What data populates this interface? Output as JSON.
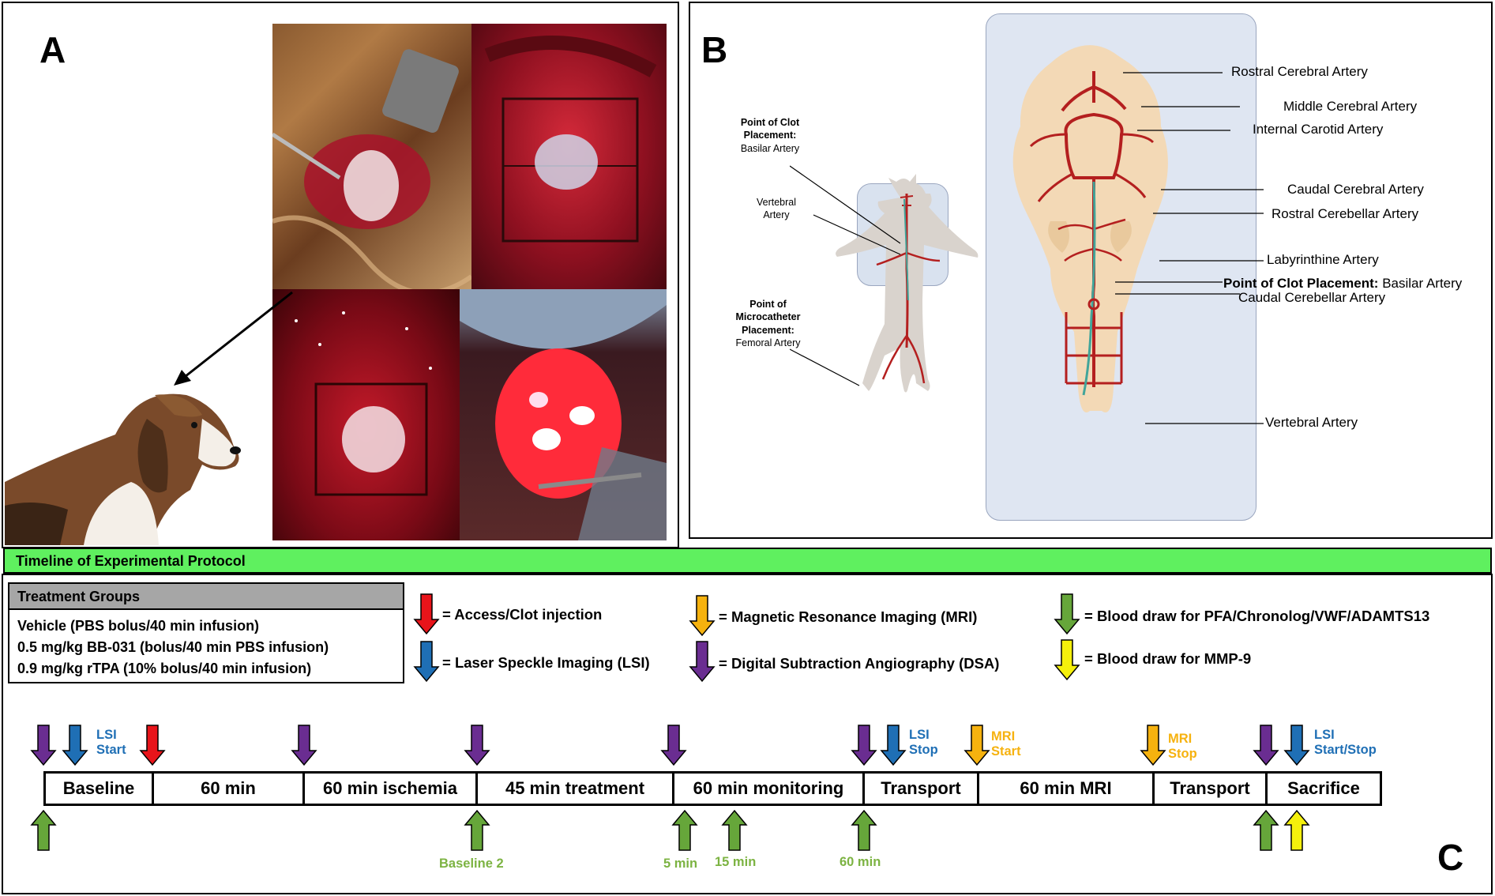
{
  "panels": {
    "a": "A",
    "b": "B",
    "c": "C"
  },
  "anatomy": {
    "right_labels": [
      "Rostral Cerebral Artery",
      "Middle Cerebral Artery",
      "Internal Carotid Artery",
      "Caudal Cerebral Artery",
      "Rostral Cerebellar Artery",
      "Labyrinthine Artery",
      "Point of Clot Placement:",
      "Basilar Artery",
      "Caudal Cerebellar Artery",
      "Vertebral Artery"
    ],
    "left_labels": {
      "clot_title_1": "Point of Clot",
      "clot_title_2": "Placement:",
      "clot_sub": "Basilar Artery",
      "vert_1": "Vertebral",
      "vert_2": "Artery",
      "micro_1": "Point of",
      "micro_2": "Microcatheter",
      "micro_3": "Placement:",
      "micro_sub": "Femoral Artery"
    }
  },
  "timeline": {
    "title": "Timeline of Experimental Protocol",
    "treatment_header": "Treatment Groups",
    "treatment_groups": [
      "Vehicle (PBS bolus/40 min infusion)",
      "0.5 mg/kg BB-031 (bolus/40 min PBS infusion)",
      "0.9 mg/kg rTPA (10% bolus/40 min infusion)"
    ],
    "legend": [
      {
        "color": "#e8141a",
        "text": "= Access/Clot injection"
      },
      {
        "color": "#f6b20f",
        "text": "= Magnetic Resonance Imaging (MRI)"
      },
      {
        "color": "#66a63a",
        "text": "= Blood draw for PFA/Chronolog/VWF/ADAMTS13"
      },
      {
        "color": "#1f6fb5",
        "text": "= Laser Speckle Imaging (LSI)"
      },
      {
        "color": "#6a2d91",
        "text": "= Digital Subtraction Angiography (DSA)"
      },
      {
        "color": "#f5f00c",
        "text": "= Blood draw for MMP-9"
      }
    ],
    "segments": [
      "Baseline",
      "60 min",
      "60 min ischemia",
      "45 min treatment",
      "60 min monitoring",
      "Transport",
      "60 min MRI",
      "Transport",
      "Sacrifice"
    ],
    "top_labels": [
      {
        "l1": "LSI",
        "l2": "Start",
        "color": "#1f6fb5"
      },
      {
        "l1": "LSI",
        "l2": "Stop",
        "color": "#1f6fb5"
      },
      {
        "l1": "MRI",
        "l2": "Start",
        "color": "#f6b20f"
      },
      {
        "l1": "MRI",
        "l2": "Stop",
        "color": "#f6b20f"
      },
      {
        "l1": "LSI",
        "l2": "Start/Stop",
        "color": "#1f6fb5"
      }
    ],
    "bottom_labels": [
      "Baseline 2",
      "5 min",
      "15 min",
      "60 min"
    ],
    "colors": {
      "red": "#e8141a",
      "blue": "#1f6fb5",
      "purple": "#6a2d91",
      "orange": "#f6b20f",
      "green": "#66a63a",
      "yellow": "#f5f00c",
      "bar": "#5ff05f",
      "header_gray": "#a6a6a6"
    }
  }
}
